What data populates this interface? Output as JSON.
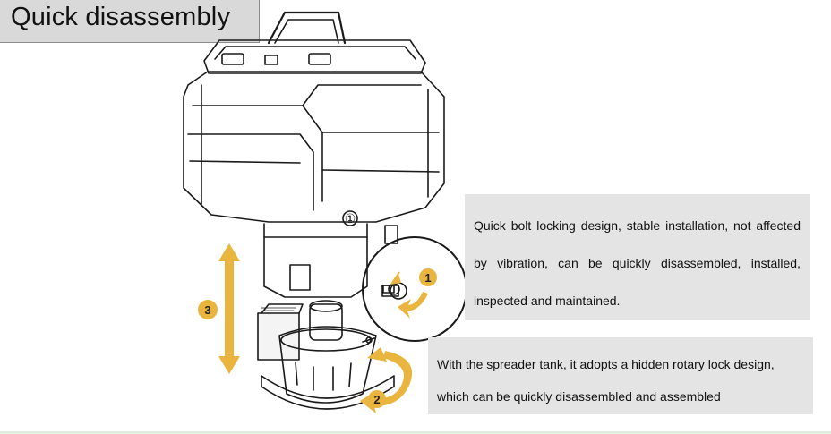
{
  "title": "Quick disassembly",
  "callouts": {
    "bolt_lock": "Quick bolt locking design, stable installation, not affected by vibration, can be quickly disassembled, installed, inspected and maintained.",
    "rotary_lock": "With the spreader tank, it adopts a hidden rotary lock design, which can be quickly disassembled and assembled"
  },
  "markers": {
    "tank_number": "①",
    "step_1": "1",
    "step_2": "2",
    "step_3": "3"
  },
  "colors": {
    "accent_yellow": "#e9b53e",
    "callout_bg": "#e4e4e4",
    "title_bg": "#d9d9d9"
  }
}
